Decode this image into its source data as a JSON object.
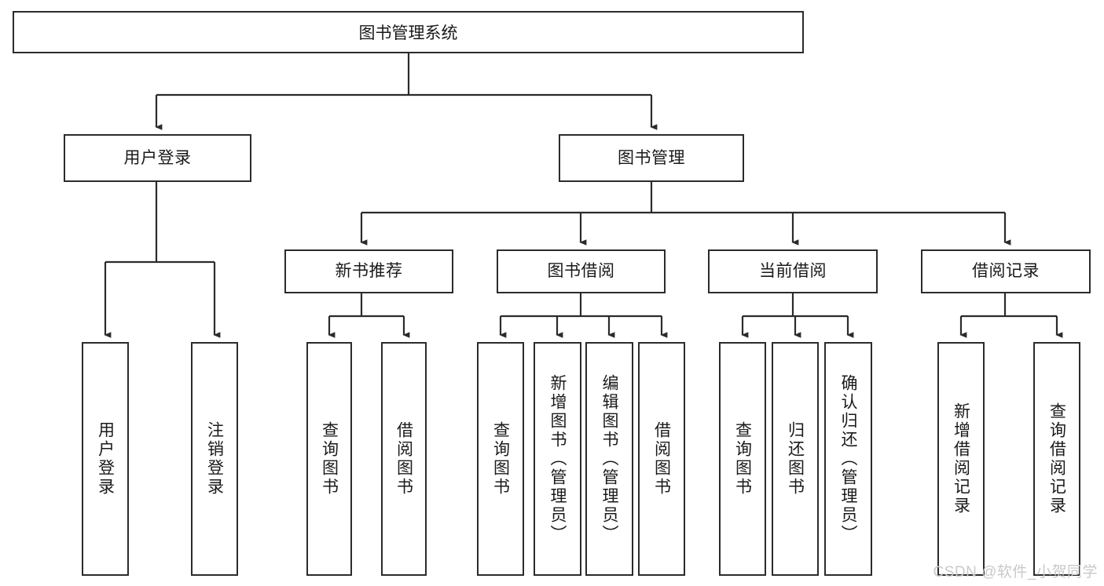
{
  "diagram": {
    "title": "图书管理系统",
    "type": "tree",
    "orientation": "top-down",
    "colors": {
      "border": "#2b2b2b",
      "box_fill": "#ffffff",
      "text": "#1a1a1a",
      "edge": "#2b2b2b",
      "watermark": "#c9c9c9",
      "background": "#ffffff"
    },
    "root": {
      "label": "图书管理系统"
    },
    "level2": [
      {
        "label": "用户登录"
      },
      {
        "label": "图书管理"
      }
    ],
    "level3": [
      {
        "label": "新书推荐"
      },
      {
        "label": "图书借阅"
      },
      {
        "label": "当前借阅"
      },
      {
        "label": "借阅记录"
      }
    ],
    "leaves": {
      "user_login": [
        {
          "label": "用户登录"
        },
        {
          "label": "注销登录"
        }
      ],
      "new_book_recommend": [
        {
          "label": "查询图书"
        },
        {
          "label": "借阅图书"
        }
      ],
      "book_borrow": [
        {
          "label": "查询图书"
        },
        {
          "label": "新增图书（管理员）"
        },
        {
          "label": "编辑图书（管理员）"
        },
        {
          "label": "借阅图书"
        }
      ],
      "current_borrow": [
        {
          "label": "查询图书"
        },
        {
          "label": "归还图书"
        },
        {
          "label": "确认归还（管理员）"
        }
      ],
      "borrow_record": [
        {
          "label": "新增借阅记录"
        },
        {
          "label": "查询借阅记录"
        }
      ]
    },
    "watermark": "CSDN @软件_小贺同学"
  }
}
